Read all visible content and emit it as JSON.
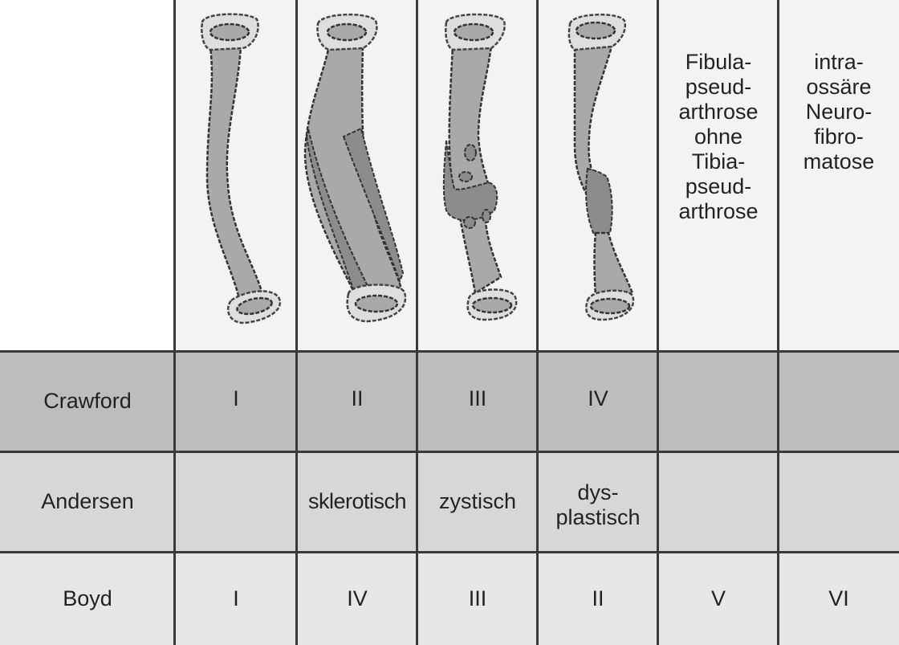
{
  "header": {
    "columns": [
      {
        "label": ""
      },
      {
        "label": ""
      },
      {
        "label": ""
      },
      {
        "label": ""
      },
      {
        "label": "Fibula-\npseud-\narthrose\nohne\nTibia-\npseud-\narthrose"
      },
      {
        "label": "intra-\nossäre\nNeuro-\nfibro-\nmatose"
      }
    ]
  },
  "rows": [
    {
      "name": "Crawford",
      "values": [
        "I",
        "II",
        "III",
        "IV",
        "",
        ""
      ]
    },
    {
      "name": "Andersen",
      "values": [
        "",
        "sklerotisch",
        "zystisch",
        "dys-\nplastisch",
        "",
        ""
      ]
    },
    {
      "name": "Boyd",
      "values": [
        "I",
        "IV",
        "III",
        "II",
        "V",
        "VI"
      ]
    }
  ],
  "colors": {
    "header": "#f3f3f3",
    "crawford": "#bdbdbf",
    "andersen": "#d7d7d9",
    "boyd": "#e7e7e9",
    "bone": "#a9a9a9"
  }
}
